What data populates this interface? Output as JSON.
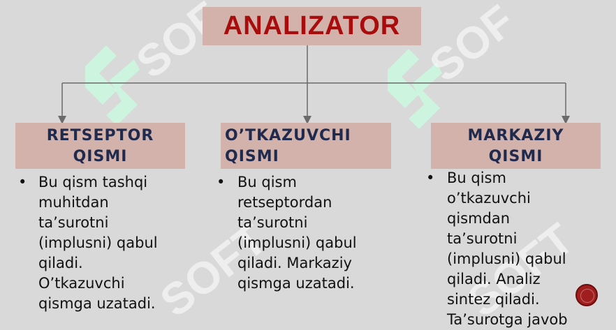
{
  "title": "ANALIZATOR",
  "boxes": [
    {
      "line1": "RETSEPTOR",
      "line2": "QISMI"
    },
    {
      "line1": "O’TKAZUVCHI",
      "line2": "QISMI"
    },
    {
      "line1": "MARKAZIY",
      "line2": "QISMI"
    }
  ],
  "descriptions": [
    "Bu qism tashqi\nmuhitdan\nta’surotni\n(implusni) qabul\nqiladi.\nO’tkazuvchi\nqismga uzatadi.",
    "Bu qism\nretseptordan\nta’surotni\n(implusni) qabul\nqiladi. Markaziy\nqismga uzatadi.",
    "Bu qism\no’tkazuvchi\nqismdan\nta’surotni\n(implusni) qabul\nqiladi. Analiz\nsintez qiladi.\nTa’surotga javob"
  ],
  "bullet_char": "•",
  "colors": {
    "background": "#d9d9d9",
    "box_fill": "#d2b2aa",
    "title_text": "#a80c0c",
    "box_text": "#1f2a4e",
    "connector": "#6b6b6b",
    "nav_button": "#a01e1e"
  },
  "icons": [
    "watermark-logo-icon",
    "nav-button-icon"
  ]
}
